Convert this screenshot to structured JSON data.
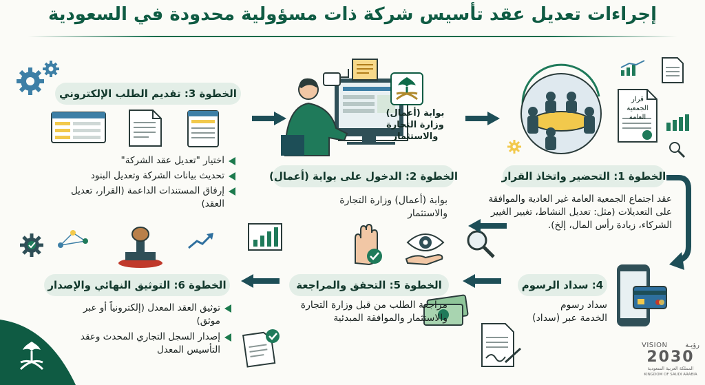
{
  "title": "إجراءات تعديل عقد تأسيس شركة ذات مسؤولية محدودة في السعودية",
  "steps": [
    {
      "heading": "الخطوة 1: التحضير واتخاذ القرار",
      "body": "عقد اجتماع الجمعية العامة غير العادية والموافقة على التعديلات (مثل: تعديل النشاط، تغيير الغيير الشركاء، زيادة رأس المال، إلخ).",
      "doc_label": "قرار الجمعية العامة"
    },
    {
      "heading": "الخطوة 2: الدخول على بوابة (أعمال)",
      "body": "بوابة (أعمال) وزارة التجارة والاستثمار",
      "portal_label": "بوابة (أعمال) وزارة التجارة والاستثمار"
    },
    {
      "heading": "الخطوة 3: تقديم الطلب الإلكتروني",
      "items": [
        "اختيار \"تعديل عقد الشركة\"",
        "تحديث بيانات الشركة وتعديل البنود",
        "إرفاق المستندات الداعمة (القرار، تعديل العقد)"
      ]
    },
    {
      "heading": "4: سداد الرسوم",
      "body": "سداد رسوم الخدمة عبر (سداد)"
    },
    {
      "heading": "الخطوة 5: التحقق والمراجعة",
      "body": "مراجعة الطلب من قبل وزارة التجارة والاستثمار والموافقة المبدئية"
    },
    {
      "heading": "الخطوة 6: التوثيق النهائي والإصدار",
      "items": [
        "توثيق العقد المعدل (إلكترونياً أو عبر موثق)",
        "إصدار السجل التجاري المحدث وعقد التأسيس المعدل"
      ]
    }
  ],
  "vision": {
    "arabic": "رؤيـة",
    "english": "VISION",
    "year": "2030",
    "kingdom_ar": "المملكة العربية السعودية",
    "kingdom_en": "KINGDOM OF SAUDI ARABIA"
  },
  "colors": {
    "primary_green": "#0f5b43",
    "pill_bg": "#e3eee7",
    "arrow": "#1d4e57",
    "accent_yellow": "#f2c94c",
    "accent_blue": "#2e6f9e"
  },
  "icons": [
    "gears-icon",
    "document-icon",
    "form-icon",
    "computer-user-icon",
    "saudi-emblem-icon",
    "meeting-icon",
    "chart-icon",
    "magnifier-icon",
    "stamp-icon",
    "growth-arrow-icon",
    "hand-check-icon",
    "eye-hand-icon",
    "phone-card-icon",
    "money-icon",
    "signed-document-icon"
  ]
}
